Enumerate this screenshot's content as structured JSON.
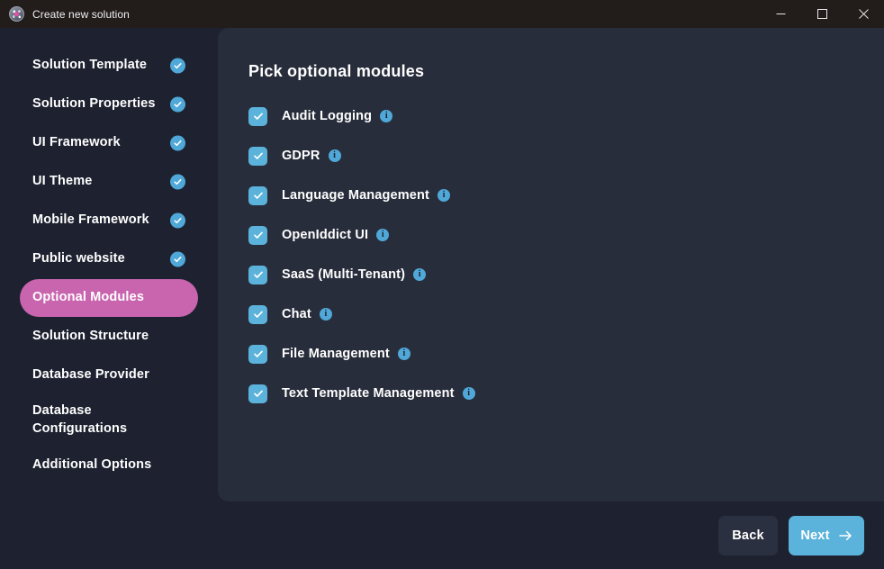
{
  "titlebar": {
    "title": "Create new solution",
    "app_icon": "abp-logo-icon",
    "minimize_label": "Minimize",
    "maximize_label": "Maximize",
    "close_label": "Close"
  },
  "colors": {
    "titlebar_bg": "#221c1b",
    "window_bg": "#1e2230",
    "panel_bg": "#282d3b",
    "accent_blue": "#5bb2db",
    "accent_pink": "#c964ae",
    "button_secondary": "#2b3040",
    "text": "#ffffff"
  },
  "sidebar": {
    "items": [
      {
        "label": "Solution Template",
        "completed": true,
        "active": false
      },
      {
        "label": "Solution Properties",
        "completed": true,
        "active": false
      },
      {
        "label": "UI Framework",
        "completed": true,
        "active": false
      },
      {
        "label": "UI Theme",
        "completed": true,
        "active": false
      },
      {
        "label": "Mobile Framework",
        "completed": true,
        "active": false
      },
      {
        "label": "Public website",
        "completed": true,
        "active": false
      },
      {
        "label": "Optional Modules",
        "completed": false,
        "active": true
      },
      {
        "label": "Solution Structure",
        "completed": false,
        "active": false
      },
      {
        "label": "Database Provider",
        "completed": false,
        "active": false
      },
      {
        "label": "Database Configurations",
        "completed": false,
        "active": false
      },
      {
        "label": "Additional Options",
        "completed": false,
        "active": false
      }
    ]
  },
  "main": {
    "title": "Pick optional modules",
    "modules": [
      {
        "label": "Audit Logging",
        "checked": true,
        "info": "i"
      },
      {
        "label": "GDPR",
        "checked": true,
        "info": "i"
      },
      {
        "label": "Language Management",
        "checked": true,
        "info": "i"
      },
      {
        "label": "OpenIddict UI",
        "checked": true,
        "info": "i"
      },
      {
        "label": "SaaS (Multi-Tenant)",
        "checked": true,
        "info": "i"
      },
      {
        "label": "Chat",
        "checked": true,
        "info": "i"
      },
      {
        "label": "File Management",
        "checked": true,
        "info": "i"
      },
      {
        "label": "Text Template Management",
        "checked": true,
        "info": "i"
      }
    ]
  },
  "footer": {
    "back_label": "Back",
    "next_label": "Next"
  }
}
